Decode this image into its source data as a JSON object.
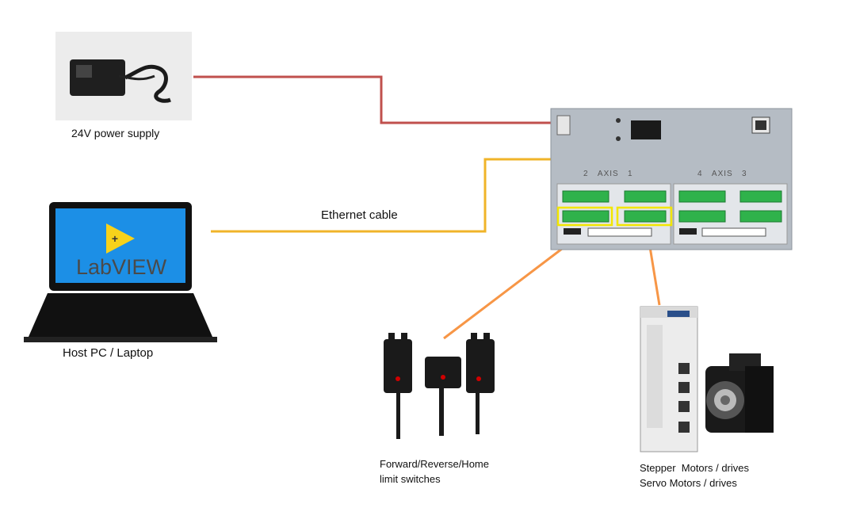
{
  "diagram": {
    "power_supply_label": "24V power supply",
    "ethernet_label": "Ethernet cable",
    "host_label": "Host PC / Laptop",
    "screen_text": "LabVIEW",
    "controller": {
      "axis_left": [
        "2",
        "AXIS",
        "1"
      ],
      "axis_right": [
        "4",
        "AXIS",
        "3"
      ]
    },
    "switches_label_line1": "Forward/Reverse/Home",
    "switches_label_line2": "limit switches",
    "motors_label_line1": "Stepper  Motors / drives",
    "motors_label_line2": "Servo Motors / drives"
  },
  "colors": {
    "power_wire": "#c0504d",
    "ethernet_wire": "#f0b429",
    "signal_wire": "#f79646",
    "highlight": "#f2e600",
    "screen": "#1c8fe6",
    "terminal": "#2fb24b"
  }
}
